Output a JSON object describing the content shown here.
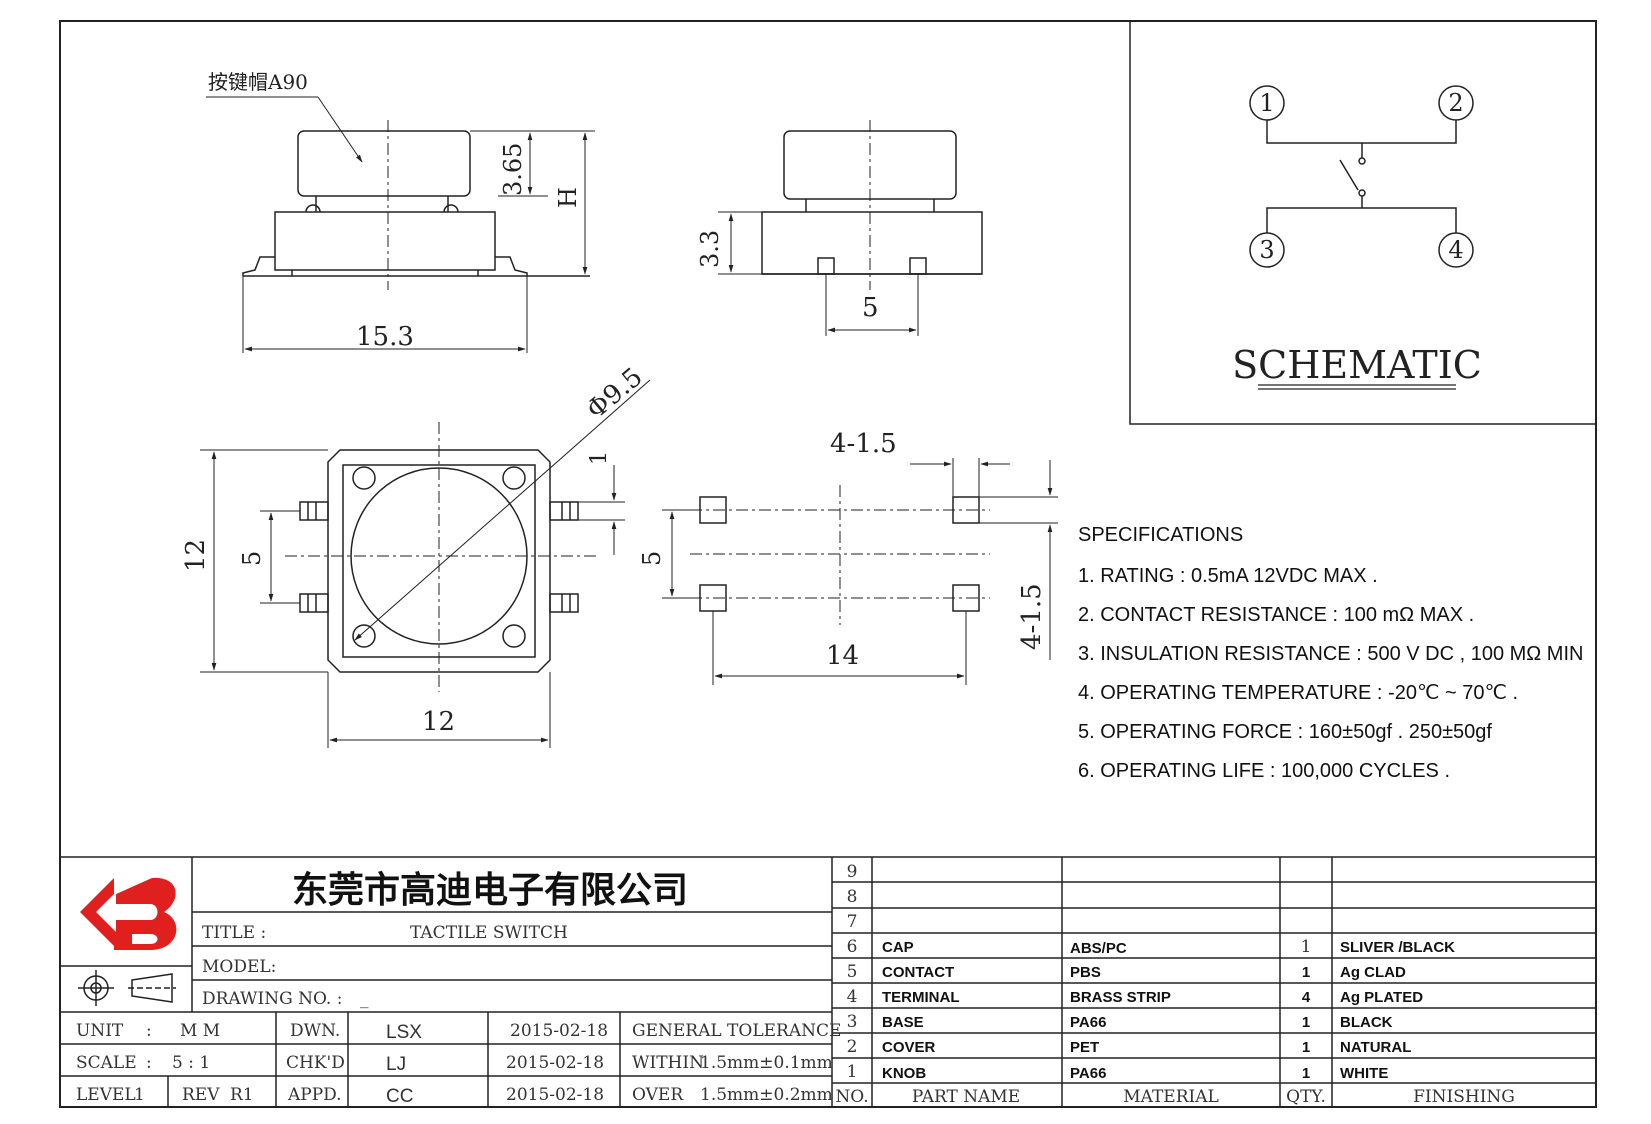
{
  "drawing": {
    "cap_label": "按键帽A90",
    "dims": {
      "cap_height": "3.65",
      "total_height": "H",
      "length": "15.3",
      "base_height": "3.3",
      "pin_pitch_side": "5",
      "diameter": "Φ9.5",
      "body_w": "12",
      "body_h": "12",
      "pitch_v": "5",
      "offset": "1",
      "pad_top": "4-1.5",
      "pad_side": "4-1.5",
      "pad_pitch_v": "5",
      "pad_pitch_h": "14"
    }
  },
  "schematic": {
    "title": "SCHEMATIC",
    "pins": [
      "1",
      "2",
      "3",
      "4"
    ]
  },
  "specifications": {
    "title": "SPECIFICATIONS",
    "items": [
      "1. RATING : 0.5mA 12VDC MAX .",
      "2. CONTACT RESISTANCE : 100 mΩ MAX .",
      "3. INSULATION RESISTANCE : 500 V DC , 100 MΩ MIN",
      "4. OPERATING TEMPERATURE : -20℃ ~ 70℃ .",
      "5. OPERATING FORCE : 160±50gf . 250±50gf",
      "6. OPERATING LIFE : 100,000 CYCLES ."
    ]
  },
  "title_block": {
    "company": "东莞市高迪电子有限公司",
    "title_label": "TITLE :",
    "title_value": "TACTILE SWITCH",
    "model_label": "MODEL:",
    "drawing_no_label": "DRAWING NO. :",
    "drawing_no_value": "_",
    "unit_label": "UNIT",
    "unit_sep": ":",
    "unit_value": "M M",
    "scale_label": "SCALE",
    "scale_sep": ":",
    "scale_value": "5 : 1",
    "level_label": "LEVEL",
    "level_value": "1",
    "rev_label": "REV",
    "rev_value": "R1",
    "dwn_label": "DWN.",
    "chk_label": "CHK'D",
    "appd_label": "APPD.",
    "dwn_name": "LSX",
    "chk_name": "LJ",
    "appd_name": "CC",
    "dwn_date": "2015-02-18",
    "chk_date": "2015-02-18",
    "appd_date": "2015-02-18",
    "tol_title": "GENERAL TOLERANCE",
    "tol_within_label": "WITHIN",
    "tol_within_value": "1.5mm±0.1mm",
    "tol_over_label": "OVER",
    "tol_over_value": "1.5mm±0.2mm"
  },
  "bom": {
    "header": {
      "no": "NO.",
      "part": "PART   NAME",
      "material": "MATERIAL",
      "qty": "QTY.",
      "finish": "FINISHING"
    },
    "rows": [
      {
        "no": "9",
        "part": "",
        "material": "",
        "qty": "",
        "finish": ""
      },
      {
        "no": "8",
        "part": "",
        "material": "",
        "qty": "",
        "finish": ""
      },
      {
        "no": "7",
        "part": "",
        "material": "",
        "qty": "",
        "finish": ""
      },
      {
        "no": "6",
        "part": "CAP",
        "material": "ABS/PC",
        "qty": "1",
        "finish": "SLIVER /BLACK"
      },
      {
        "no": "5",
        "part": "CONTACT",
        "material": "PBS",
        "qty": "1",
        "finish": "Ag CLAD"
      },
      {
        "no": "4",
        "part": "TERMINAL",
        "material": "BRASS STRIP",
        "qty": "4",
        "finish": "Ag PLATED"
      },
      {
        "no": "3",
        "part": "BASE",
        "material": "PA66",
        "qty": "1",
        "finish": "BLACK"
      },
      {
        "no": "2",
        "part": "COVER",
        "material": "PET",
        "qty": "1",
        "finish": "NATURAL"
      },
      {
        "no": "1",
        "part": "KNOB",
        "material": "PA66",
        "qty": "1",
        "finish": "WHITE"
      }
    ]
  },
  "colors": {
    "line": "#222222",
    "logo_red": "#e0201f"
  }
}
